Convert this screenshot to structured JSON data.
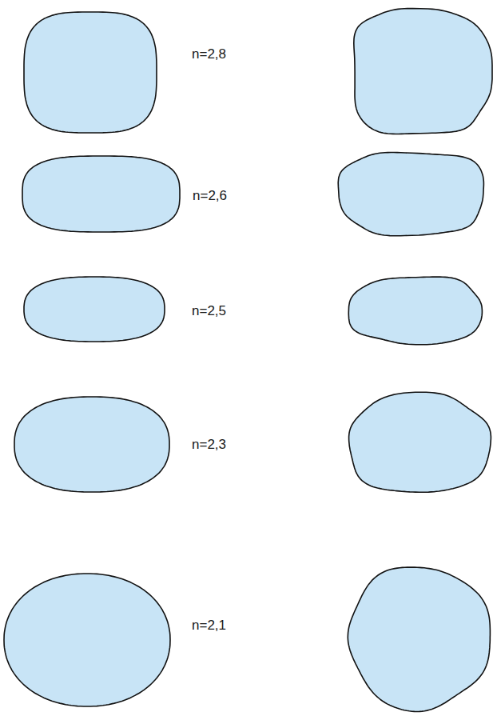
{
  "diagram": {
    "labels": [
      "n=2,8",
      "n=2,6",
      "n=2,5",
      "n=2,3",
      "n=2,1"
    ]
  }
}
